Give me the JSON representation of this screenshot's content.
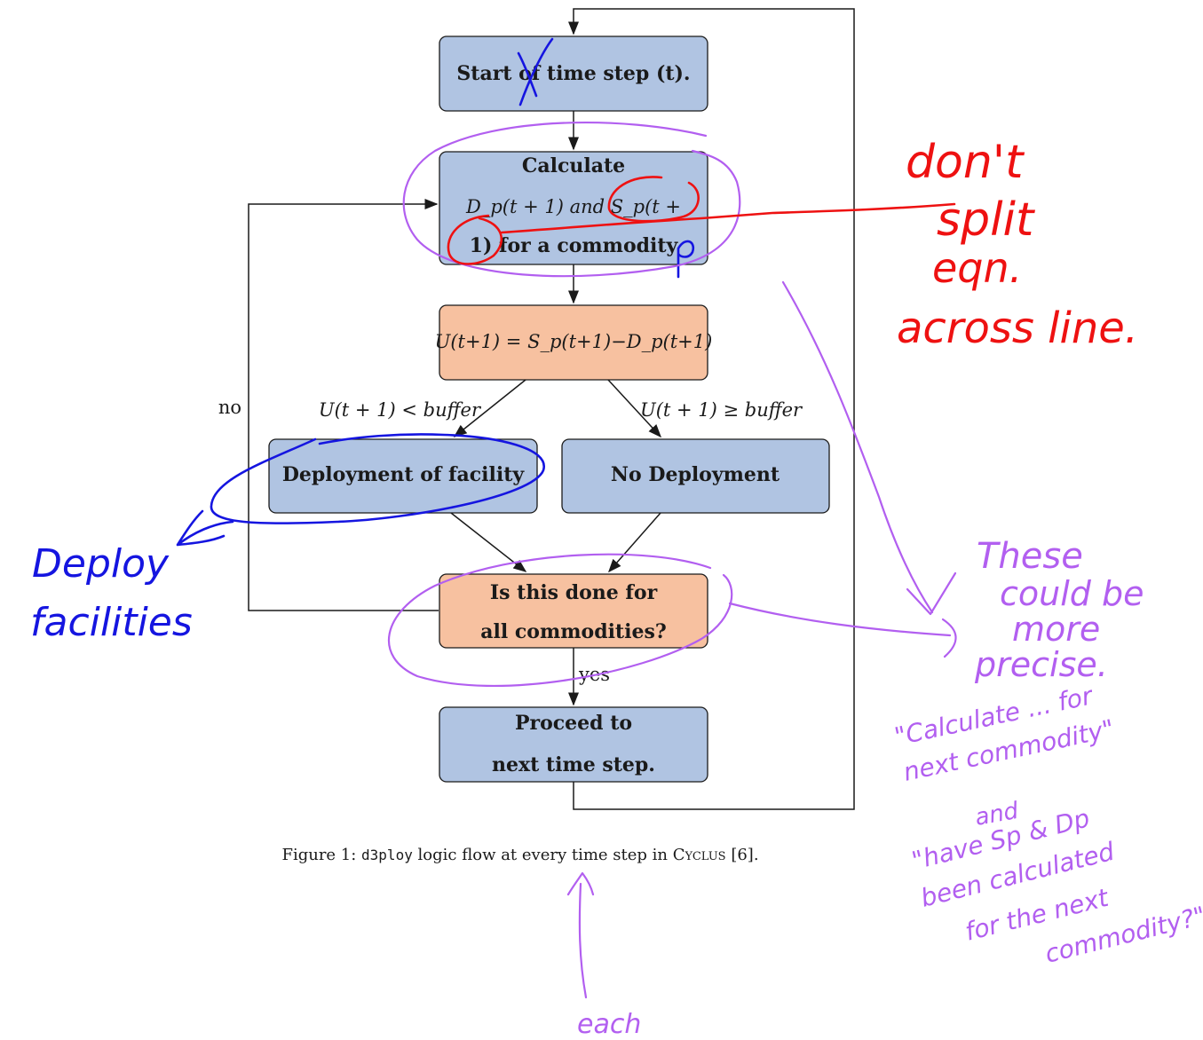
{
  "diagram": {
    "nodes": {
      "start": {
        "line1": "Start of time step (t)."
      },
      "calculate": {
        "line1": "Calculate",
        "line2": "D_p(t + 1) and S_p(t +",
        "line3": "1) for a commodity"
      },
      "compare": {
        "line1": "U(t+1) = S_p(t+1)−D_p(t+1)"
      },
      "deploy": {
        "line1": "Deployment of facility"
      },
      "nodeploy": {
        "line1": "No Deployment"
      },
      "done_check": {
        "line1": "Is this done for",
        "line2": "all commodities?"
      },
      "proceed": {
        "line1": "Proceed to",
        "line2": "next time step."
      }
    },
    "edge_labels": {
      "less": "U(t + 1) < buffer",
      "geq": "U(t + 1) ≥ buffer",
      "no": "no",
      "yes": "yes"
    },
    "caption": {
      "prefix": "Figure 1: ",
      "code": "d3ploy",
      "middle": " logic flow at every time step in ",
      "name": "Cyclus",
      "suffix": " [6]."
    }
  },
  "annotations": {
    "red_note": [
      "don't",
      "split",
      "eqn.",
      "across line."
    ],
    "blue_note": [
      "Deploy",
      "facilities"
    ],
    "blue_p": "p",
    "purple_note": [
      "These",
      "could be",
      "more",
      "precise."
    ],
    "purple_quote": [
      "\"Calculate ... for",
      "next commodity\"",
      "and",
      "\"have Sp & Dp",
      "been calculated",
      "for the next",
      "commodity?\""
    ],
    "purple_each": "each"
  },
  "colors": {
    "box_blue": "#b0c4e2",
    "box_orange": "#f7c1a0",
    "pen_red": "#ee1111",
    "pen_blue": "#1515e0",
    "pen_purple": "#b25ff0"
  }
}
